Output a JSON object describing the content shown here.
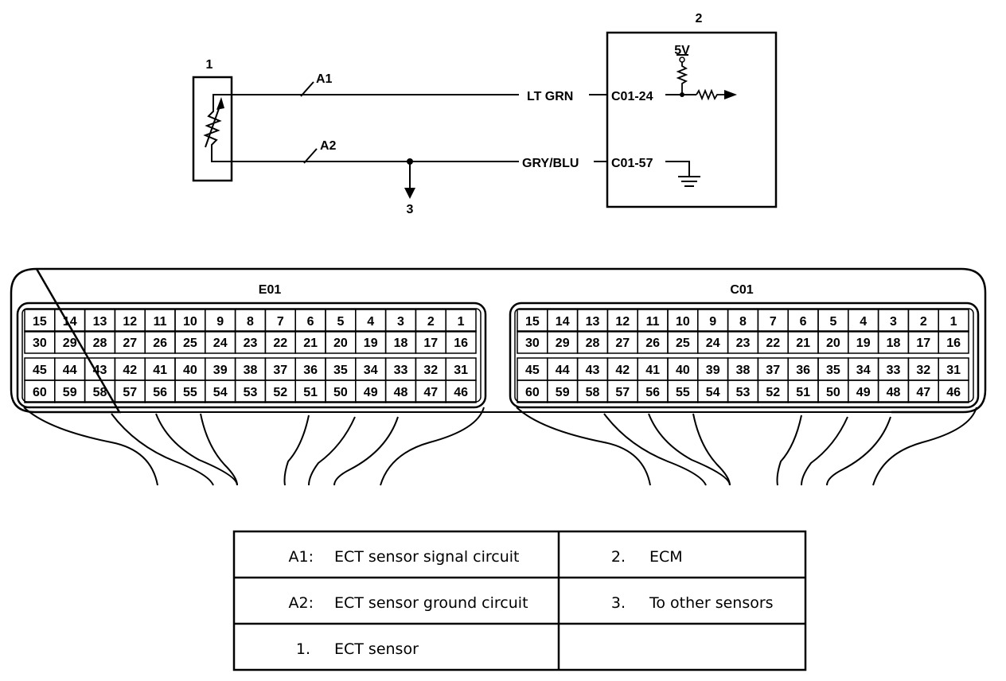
{
  "circuit": {
    "sensor_ref": "1",
    "ecm_ref": "2",
    "other_ref": "3",
    "wire_a1": "A1",
    "wire_a2": "A2",
    "wire_a1_color": "LT GRN",
    "wire_a2_color": "GRY/BLU",
    "pin_signal": "C01-24",
    "pin_ground": "C01-57",
    "supply": "5V"
  },
  "connectors": [
    {
      "name": "E01",
      "rows": [
        [
          "15",
          "14",
          "13",
          "12",
          "11",
          "10",
          "9",
          "8",
          "7",
          "6",
          "5",
          "4",
          "3",
          "2",
          "1"
        ],
        [
          "30",
          "29",
          "28",
          "27",
          "26",
          "25",
          "24",
          "23",
          "22",
          "21",
          "20",
          "19",
          "18",
          "17",
          "16"
        ],
        [
          "45",
          "44",
          "43",
          "42",
          "41",
          "40",
          "39",
          "38",
          "37",
          "36",
          "35",
          "34",
          "33",
          "32",
          "31"
        ],
        [
          "60",
          "59",
          "58",
          "57",
          "56",
          "55",
          "54",
          "53",
          "52",
          "51",
          "50",
          "49",
          "48",
          "47",
          "46"
        ]
      ]
    },
    {
      "name": "C01",
      "rows": [
        [
          "15",
          "14",
          "13",
          "12",
          "11",
          "10",
          "9",
          "8",
          "7",
          "6",
          "5",
          "4",
          "3",
          "2",
          "1"
        ],
        [
          "30",
          "29",
          "28",
          "27",
          "26",
          "25",
          "24",
          "23",
          "22",
          "21",
          "20",
          "19",
          "18",
          "17",
          "16"
        ],
        [
          "45",
          "44",
          "43",
          "42",
          "41",
          "40",
          "39",
          "38",
          "37",
          "36",
          "35",
          "34",
          "33",
          "32",
          "31"
        ],
        [
          "60",
          "59",
          "58",
          "57",
          "56",
          "55",
          "54",
          "53",
          "52",
          "51",
          "50",
          "49",
          "48",
          "47",
          "46"
        ]
      ]
    }
  ],
  "legend": {
    "r1_key": "A1:",
    "r1_text": "ECT sensor signal circuit",
    "r1_key2": "2.",
    "r1_text2": "ECM",
    "r2_key": "A2:",
    "r2_text": "ECT sensor ground circuit",
    "r2_key2": "3.",
    "r2_text2": "To other sensors",
    "r3_key": "1.",
    "r3_text": "ECT sensor"
  }
}
